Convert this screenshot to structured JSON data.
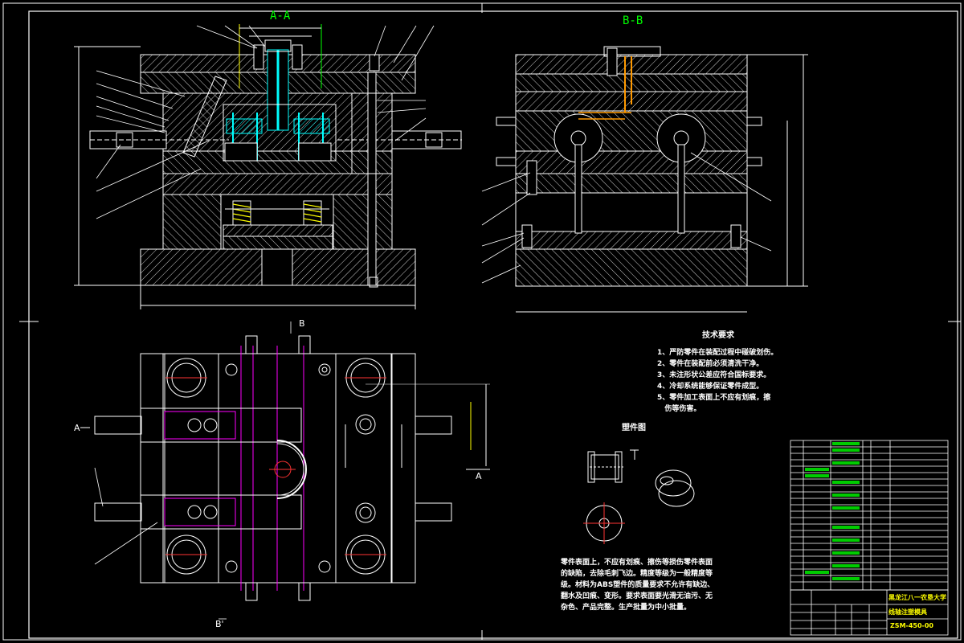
{
  "sections": {
    "aa_label": "A-A",
    "bb_label": "B-B",
    "b_upper": "B",
    "b_lower": "B'",
    "a_left": "A",
    "a_right": "A"
  },
  "technical_requirements": {
    "title": "技术要求",
    "items": [
      "1、严防零件在装配过程中碰破划伤。",
      "2、零件在装配前必须清洗干净。",
      "3、未注形状公差应符合国标要求。",
      "4、冷却系统能够保证零件成型。",
      "5、零件加工表面上不应有划痕，擦",
      "   伤等伤害。"
    ]
  },
  "part_drawing": {
    "title": "塑件图"
  },
  "part_note": {
    "text": "零件表面上，不应有划痕、擦伤等损伤零件表面的缺陷，去除毛刺飞边。精度等级为一般精度等级。材料为ABS塑件的质量要求不允许有缺边、翻水及凹痕、变形。要求表面要光滑无油污、无杂色、产品完整。生产批量为中小批量。"
  },
  "title_block": {
    "school": "黑龙江八一农垦大学",
    "drawing_name": "线轴注塑模具",
    "drawing_number": "ZSM-450-00"
  },
  "colors": {
    "line": "#ffffff",
    "hatch": "#ffffff",
    "cyan_part": "#00ffff",
    "magenta_center": "#ff00ff",
    "yellow_dim": "#ffff00",
    "green_dim": "#00ff00",
    "red_center": "#ff3333"
  }
}
